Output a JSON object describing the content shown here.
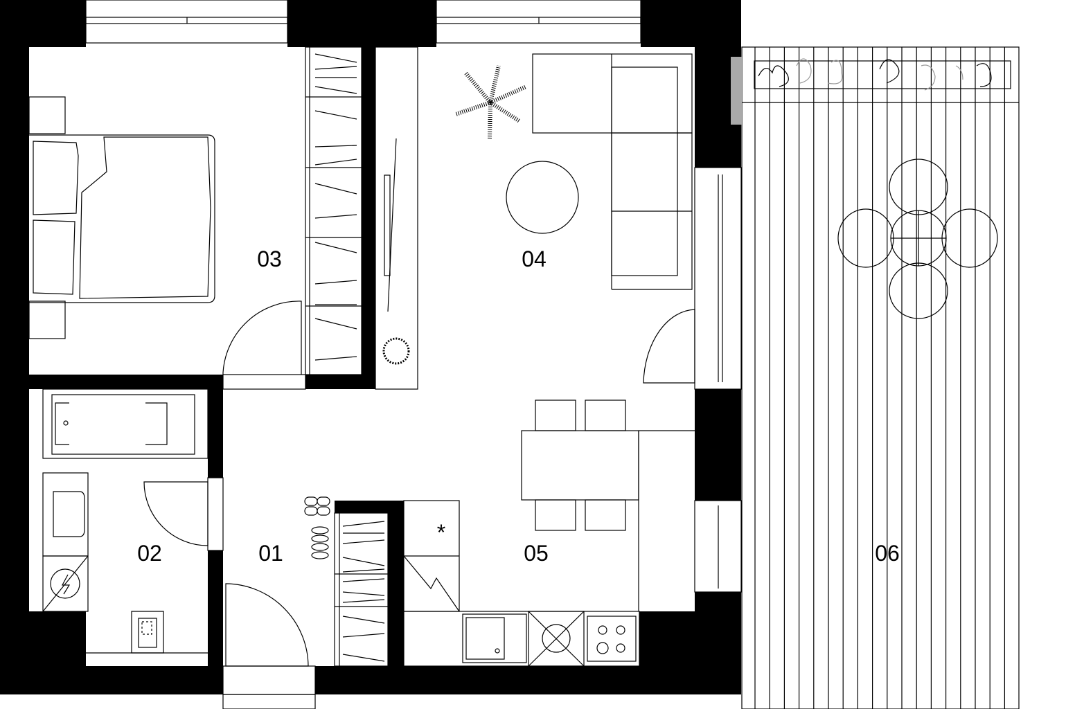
{
  "plan": {
    "colors": {
      "wall": "#000000",
      "line": "#000000",
      "background": "#ffffff",
      "planter": "#999999"
    },
    "rooms": [
      {
        "id": "hall",
        "label": "01"
      },
      {
        "id": "bathroom",
        "label": "02"
      },
      {
        "id": "bedroom",
        "label": "03"
      },
      {
        "id": "living-room",
        "label": "04"
      },
      {
        "id": "kitchen-dining",
        "label": "05"
      },
      {
        "id": "terrace",
        "label": "06"
      }
    ],
    "fridge_symbol": "*"
  }
}
